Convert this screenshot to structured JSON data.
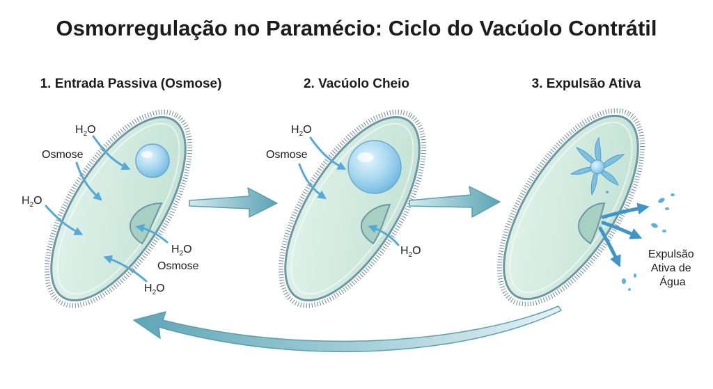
{
  "title": "Osmorregulação no Paramécio: Ciclo do Vacúolo Contrátil",
  "stages": [
    {
      "heading": "1. Entrada Passiva (Osmose)",
      "labels": {
        "h2o_top": {
          "base": "H",
          "sub": "2",
          "tail": "O"
        },
        "osmose_left": "Osmose",
        "h2o_left": {
          "base": "H",
          "sub": "2",
          "tail": "O"
        },
        "h2o_groove": {
          "base": "H",
          "sub": "2",
          "tail": "O"
        },
        "osmose_groove": "Osmose",
        "h2o_bottom": {
          "base": "H",
          "sub": "2",
          "tail": "O"
        }
      }
    },
    {
      "heading": "2. Vacúolo Cheio",
      "labels": {
        "h2o_top": {
          "base": "H",
          "sub": "2",
          "tail": "O"
        },
        "osmose_left": "Osmose",
        "h2o_groove": {
          "base": "H",
          "sub": "2",
          "tail": "O"
        }
      }
    },
    {
      "heading": "3. Expulsão Ativa",
      "expel_lines": [
        "Expulsão",
        "Ativa de",
        "Água"
      ]
    }
  ],
  "colors": {
    "cell_fill": "#d3ebe1",
    "cell_stroke": "#6c97a3",
    "vacuole": "#9fd2ec",
    "arrow_blue": "#56a8d6",
    "arrow_teal": "#6cb0c0"
  }
}
